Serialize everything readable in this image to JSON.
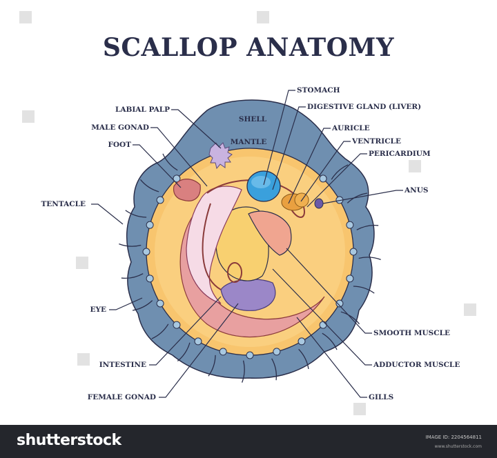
{
  "title": "SCALLOP ANATOMY",
  "colors": {
    "title": "#2a2e4a",
    "shell": "#6f8fb0",
    "mantle": "#f8c56e",
    "stomach": "#3aa0dc",
    "adductor": "#e9897e",
    "smooth_muscle": "#f0a590",
    "gonad_female": "#9b87c8",
    "gills": "#e8a0a0",
    "footer_bg": "#24262c"
  },
  "inner_labels": {
    "shell": "SHELL",
    "mantle": "MANTLE"
  },
  "labels_left": [
    {
      "id": "labial-palp",
      "text": "LABIAL PALP"
    },
    {
      "id": "male-gonad",
      "text": "MALE GONAD"
    },
    {
      "id": "foot",
      "text": "FOOT"
    },
    {
      "id": "tentacle",
      "text": "TENTACLE"
    },
    {
      "id": "eye",
      "text": "EYE"
    },
    {
      "id": "intestine",
      "text": "INTESTINE"
    },
    {
      "id": "female-gonad",
      "text": "FEMALE GONAD"
    }
  ],
  "labels_right": [
    {
      "id": "stomach",
      "text": "STOMACH"
    },
    {
      "id": "digestive-gland",
      "text": "DIGESTIVE GLAND (LIVER)"
    },
    {
      "id": "auricle",
      "text": "AURICLE"
    },
    {
      "id": "ventricle",
      "text": "VENTRICLE"
    },
    {
      "id": "pericardium",
      "text": "PERICARDIUM"
    },
    {
      "id": "anus",
      "text": "ANUS"
    },
    {
      "id": "smooth-muscle",
      "text": "SMOOTH MUSCLE"
    },
    {
      "id": "adductor-muscle",
      "text": "ADDUCTOR MUSCLE"
    },
    {
      "id": "gills",
      "text": "GILLS"
    }
  ],
  "footer": {
    "logo": "shutterstock",
    "image_id": "IMAGE ID: 2204564811",
    "url": "www.shutterstock.com"
  }
}
